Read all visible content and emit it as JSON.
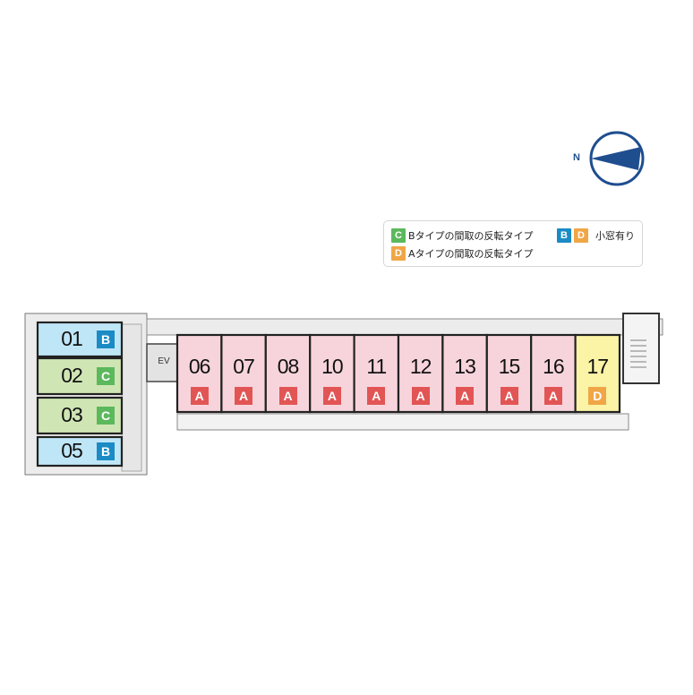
{
  "compass": {
    "north_label": "N",
    "color": "#1f4e8f"
  },
  "legend": {
    "rows": [
      {
        "badges": [
          {
            "letter": "C",
            "color": "#5cb85c"
          }
        ],
        "text": "Bタイプの間取の反転タイプ"
      },
      {
        "badges": [
          {
            "letter": "B",
            "color": "#1a8bc4"
          },
          {
            "letter": "D",
            "color": "#f0a646"
          }
        ],
        "text": "小窓有り"
      },
      {
        "badges": [
          {
            "letter": "D",
            "color": "#f0a646"
          }
        ],
        "text": "Aタイプの間取の反転タイプ"
      }
    ]
  },
  "elevator_label": "EV",
  "type_colors": {
    "A": "#e25555",
    "B": "#1a8bc4",
    "C": "#5cb85c",
    "D": "#f0a646"
  },
  "unit_fill_colors": {
    "A": "#f7d4dc",
    "B": "#bfe6f7",
    "C": "#cfe6b4",
    "D": "#fbf3a6"
  },
  "left_wing_units": [
    {
      "number": "01",
      "type": "B"
    },
    {
      "number": "02",
      "type": "C"
    },
    {
      "number": "03",
      "type": "C"
    },
    {
      "number": "05",
      "type": "B"
    }
  ],
  "main_wing_units": [
    {
      "number": "06",
      "type": "A"
    },
    {
      "number": "07",
      "type": "A"
    },
    {
      "number": "08",
      "type": "A"
    },
    {
      "number": "10",
      "type": "A"
    },
    {
      "number": "11",
      "type": "A"
    },
    {
      "number": "12",
      "type": "A"
    },
    {
      "number": "13",
      "type": "A"
    },
    {
      "number": "15",
      "type": "A"
    },
    {
      "number": "16",
      "type": "A"
    },
    {
      "number": "17",
      "type": "D"
    }
  ]
}
